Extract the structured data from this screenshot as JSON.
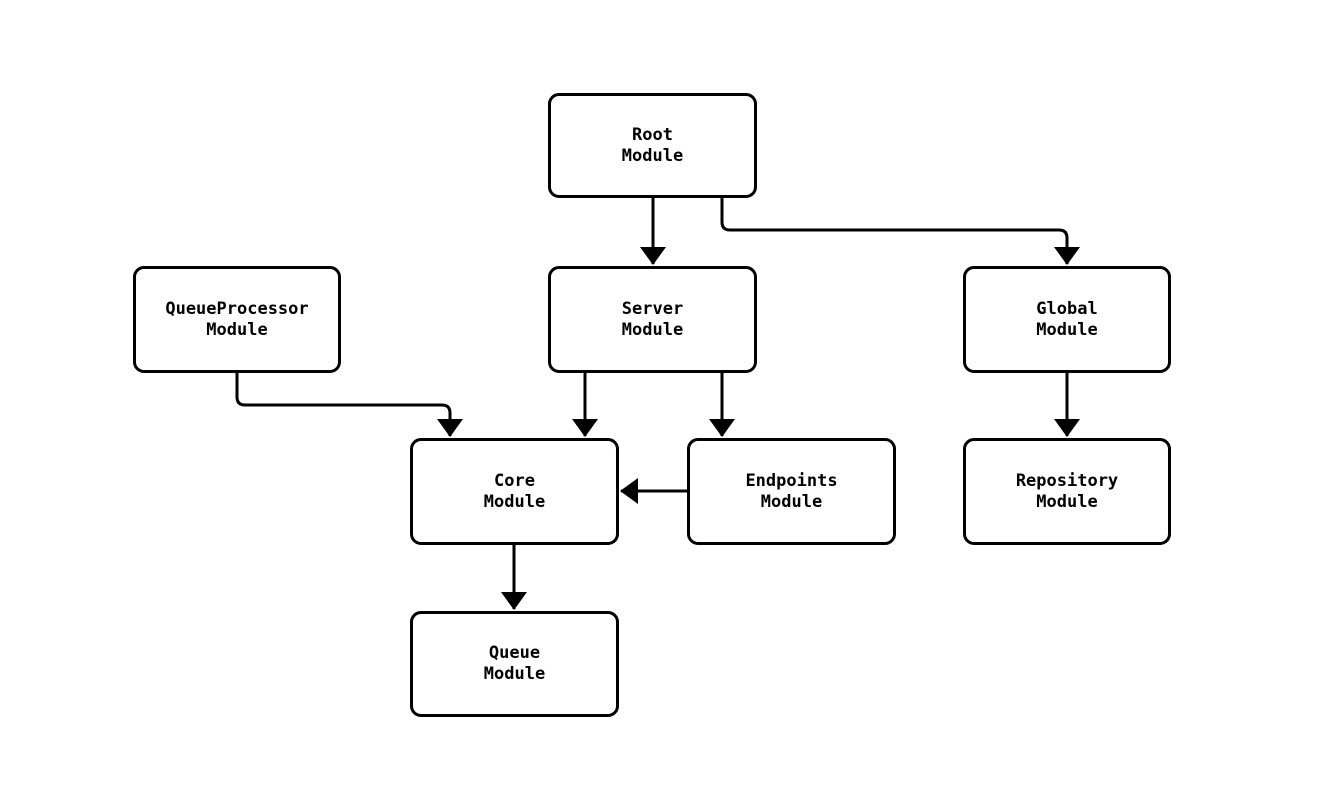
{
  "diagram": {
    "type": "flowchart",
    "direction": "top-down",
    "background_color": "#ffffff",
    "stroke_color": "#000000",
    "nodes": [
      {
        "id": "root",
        "label": "Root\nModule"
      },
      {
        "id": "queueprocessor",
        "label": "QueueProcessor\nModule"
      },
      {
        "id": "server",
        "label": "Server\nModule"
      },
      {
        "id": "global",
        "label": "Global\nModule"
      },
      {
        "id": "core",
        "label": "Core\nModule"
      },
      {
        "id": "endpoints",
        "label": "Endpoints\nModule"
      },
      {
        "id": "repository",
        "label": "Repository\nModule"
      },
      {
        "id": "queue",
        "label": "Queue\nModule"
      }
    ],
    "edges": [
      {
        "from": "root",
        "to": "server"
      },
      {
        "from": "root",
        "to": "global"
      },
      {
        "from": "queueprocessor",
        "to": "core"
      },
      {
        "from": "server",
        "to": "core"
      },
      {
        "from": "server",
        "to": "endpoints"
      },
      {
        "from": "endpoints",
        "to": "core"
      },
      {
        "from": "global",
        "to": "repository"
      },
      {
        "from": "core",
        "to": "queue"
      }
    ]
  }
}
